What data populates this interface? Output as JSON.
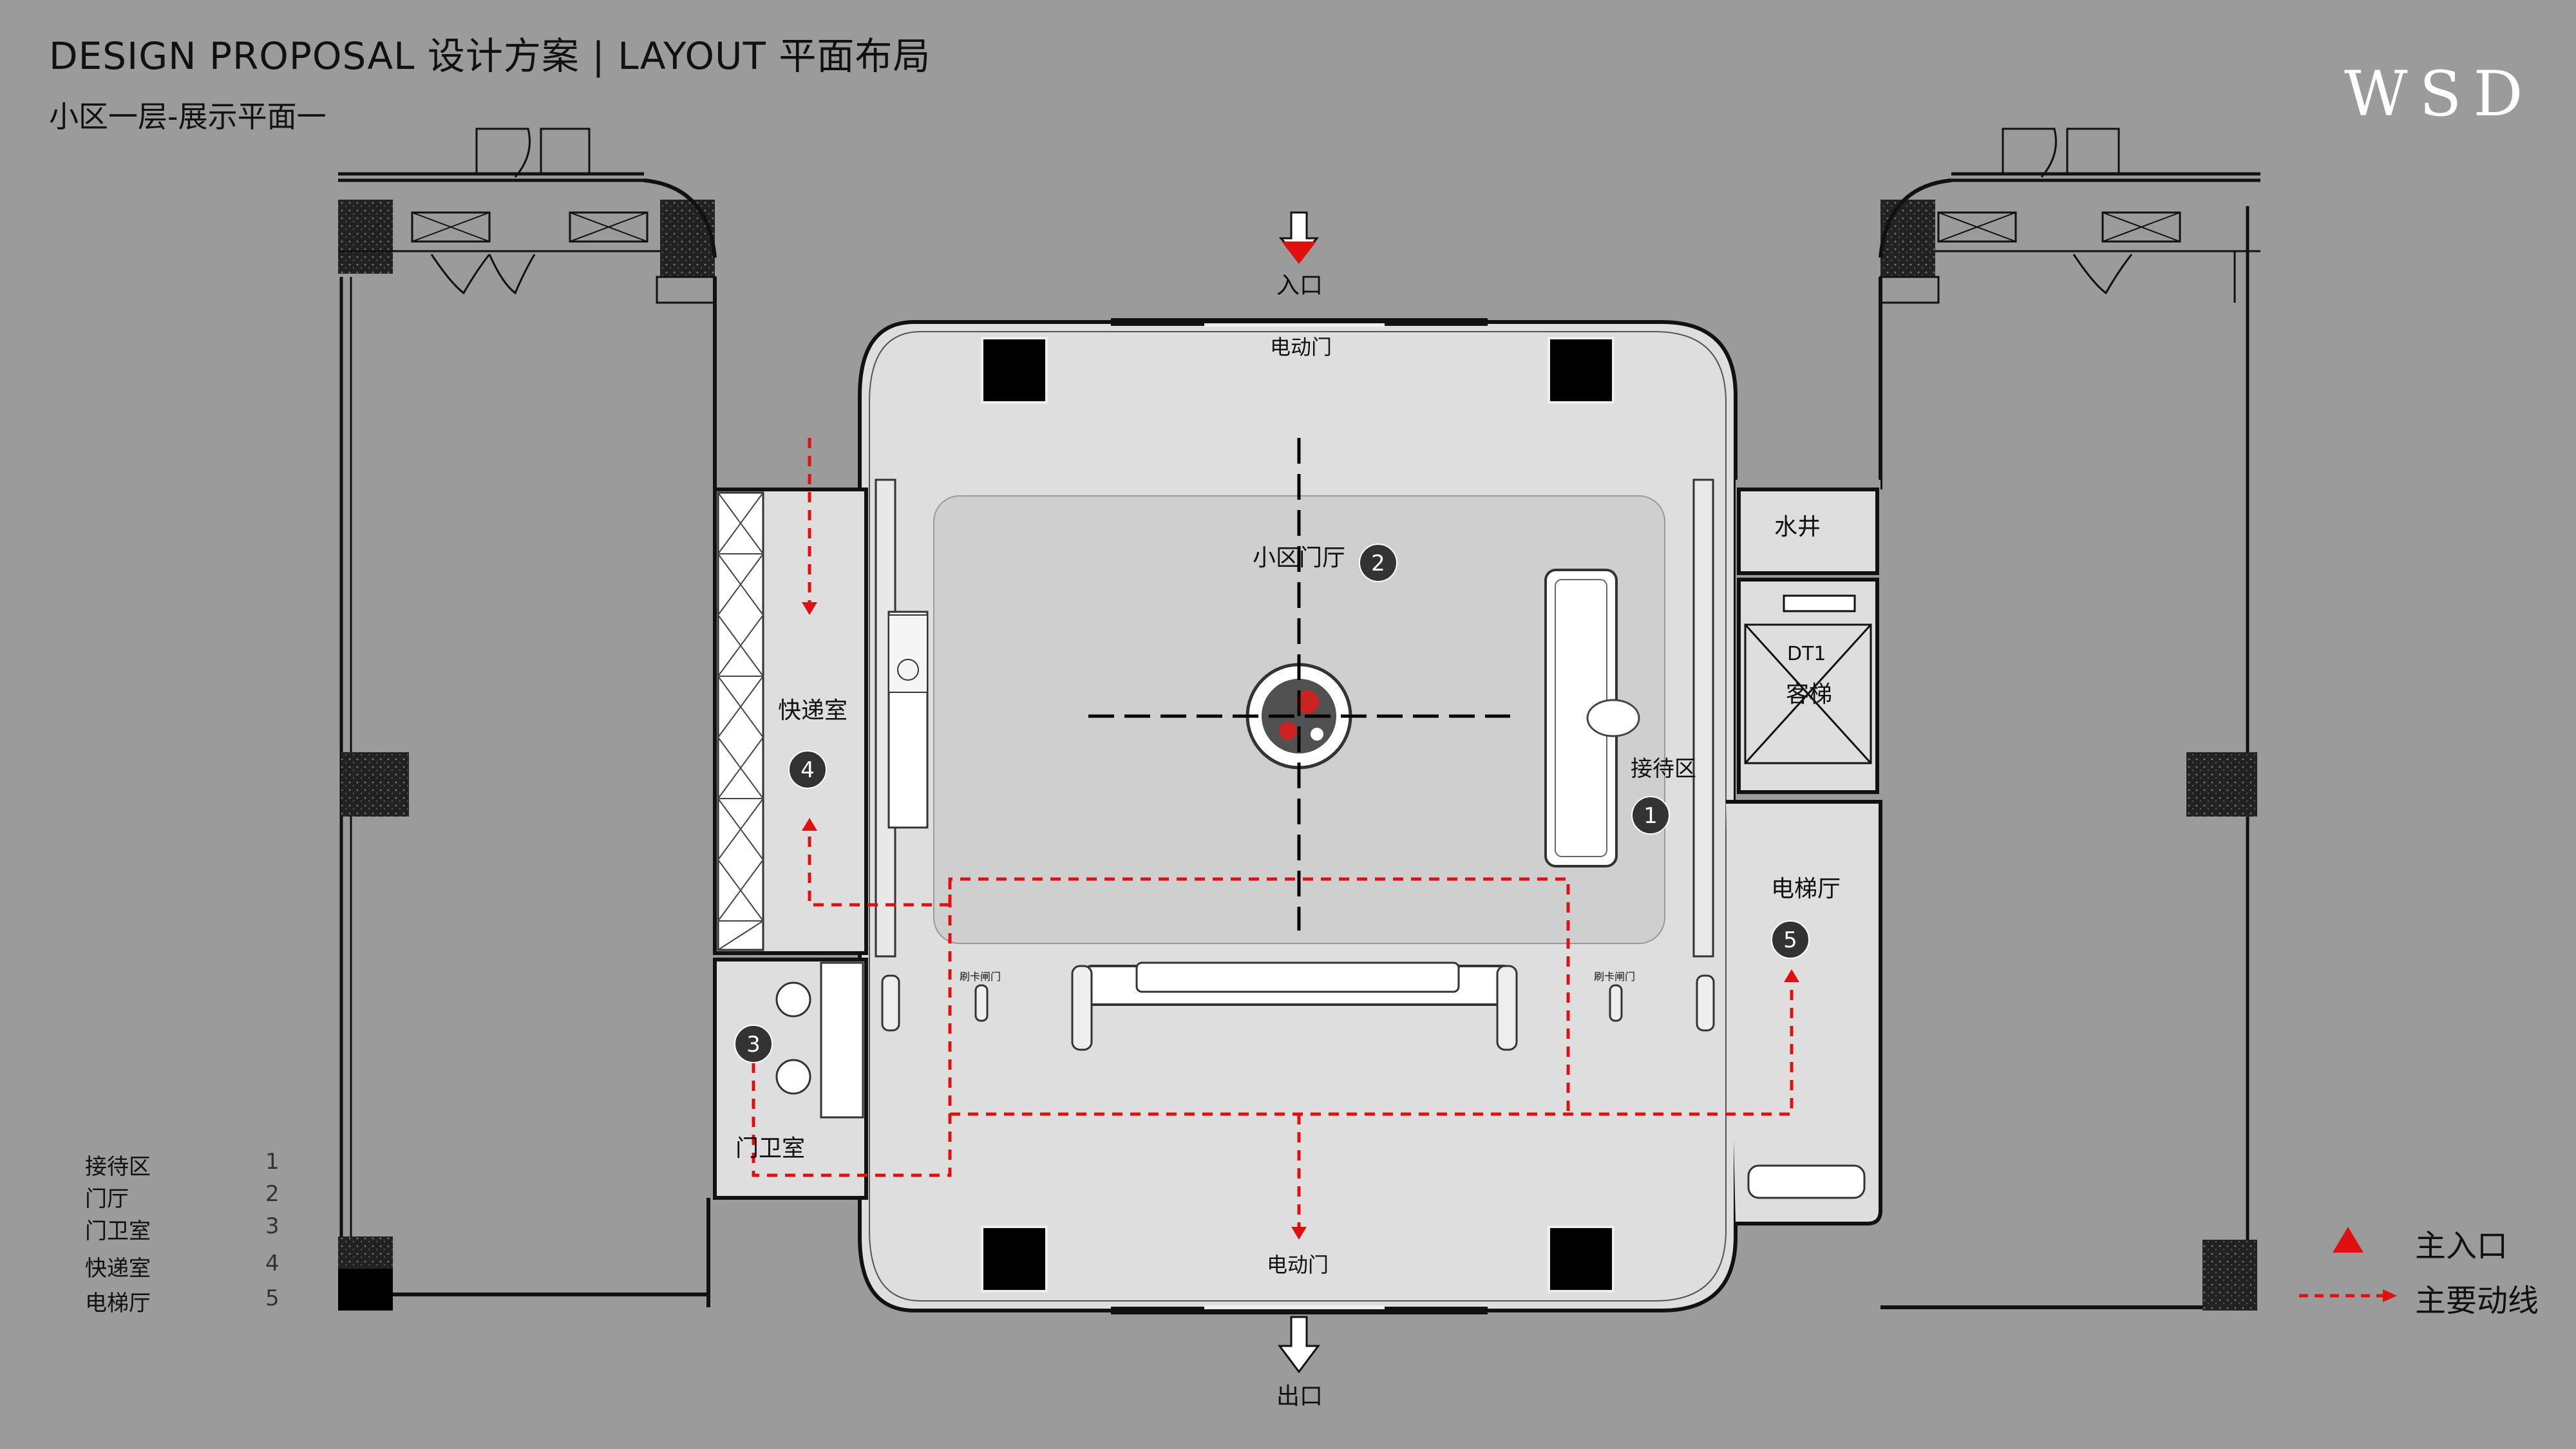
{
  "header": {
    "title": "DESIGN PROPOSAL 设计方案 | LAYOUT 平面布局",
    "subtitle": "小区一层-展示平面一",
    "logo": "WSD"
  },
  "rooms": {
    "entrance": "入口",
    "exit": "出口",
    "auto_door_top": "电动门",
    "auto_door_bottom": "电动门",
    "lobby": "小区门厅",
    "reception": "接待区",
    "courier": "快递室",
    "guard": "门卫室",
    "elevator_hall": "电梯厅",
    "water_well": "水井",
    "elevator_code": "DT1",
    "elevator": "客梯",
    "card_gate_left": "刷卡闸门",
    "card_gate_right": "刷卡闸门"
  },
  "markers": {
    "m1": "1",
    "m2": "2",
    "m3": "3",
    "m4": "4",
    "m5": "5"
  },
  "legend": [
    {
      "label": "接待区",
      "num": "1"
    },
    {
      "label": "门厅",
      "num": "2"
    },
    {
      "label": "门卫室",
      "num": "3"
    },
    {
      "label": "快递室",
      "num": "4"
    },
    {
      "label": "电梯厅",
      "num": "5"
    }
  ],
  "key": {
    "main_entry": "主入口",
    "main_flow": "主要动线"
  },
  "colors": {
    "background": "#9b9b9b",
    "floor": "#dedede",
    "flow": "#e01010",
    "wall": "#111111"
  }
}
